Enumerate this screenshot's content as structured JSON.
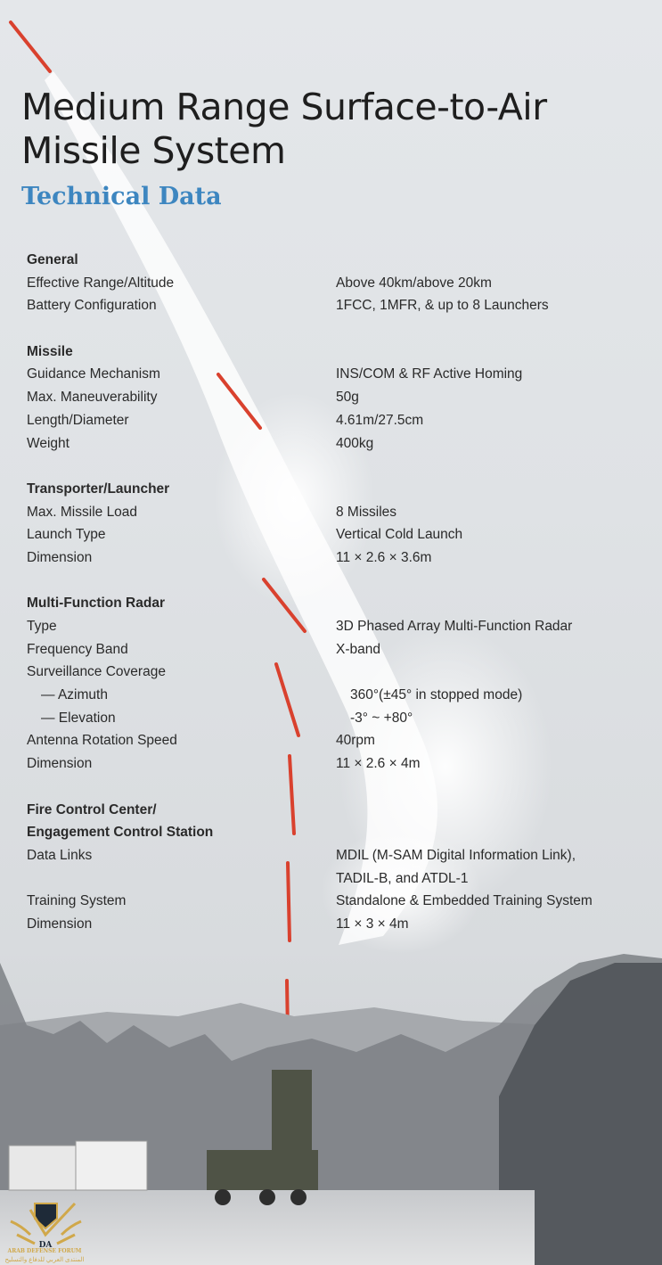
{
  "header": {
    "title_line1": "Medium Range Surface-to-Air",
    "title_line2": "Missile System",
    "subtitle": "Technical Data"
  },
  "sections": [
    {
      "title": "General",
      "rows": [
        {
          "label": "Effective Range/Altitude",
          "value": "Above 40km/above 20km"
        },
        {
          "label": "Battery Configuration",
          "value": "1FCC, 1MFR, & up to 8 Launchers"
        }
      ]
    },
    {
      "title": "Missile",
      "rows": [
        {
          "label": "Guidance Mechanism",
          "value": "INS/COM & RF Active Homing"
        },
        {
          "label": "Max. Maneuverability",
          "value": "50g"
        },
        {
          "label": "Length/Diameter",
          "value": "4.61m/27.5cm"
        },
        {
          "label": "Weight",
          "value": "400kg"
        }
      ]
    },
    {
      "title": "Transporter/Launcher",
      "rows": [
        {
          "label": "Max. Missile Load",
          "value": "8 Missiles"
        },
        {
          "label": "Launch Type",
          "value": "Vertical Cold Launch"
        },
        {
          "label": "Dimension",
          "value": "11 × 2.6 × 3.6m"
        }
      ]
    },
    {
      "title": "Multi-Function Radar",
      "rows": [
        {
          "label": "Type",
          "value": "3D Phased Array Multi-Function Radar"
        },
        {
          "label": "Frequency Band",
          "value": "X-band"
        },
        {
          "label": "Surveillance Coverage",
          "value": ""
        },
        {
          "label": "— Azimuth",
          "value": "360°(±45° in stopped mode)"
        },
        {
          "label": "— Elevation",
          "value": "-3° ~ +80°"
        },
        {
          "label": "Antenna Rotation Speed",
          "value": "40rpm"
        },
        {
          "label": "Dimension",
          "value": "11 × 2.6 × 4m"
        }
      ]
    },
    {
      "title": "Fire Control Center/",
      "title2": "Engagement Control Station",
      "rows": [
        {
          "label": "Data Links",
          "value": "MDIL (M-SAM Digital Information Link),"
        },
        {
          "label": "",
          "value": "TADIL-B, and ATDL-1"
        },
        {
          "label": "Training System",
          "value": "Standalone & Embedded Training System"
        },
        {
          "label": "Dimension",
          "value": "11 × 3 × 4m"
        }
      ]
    }
  ],
  "watermark": {
    "name": "ARAB DEFENSE FORUM",
    "arabic": "المنتدى العربي للدفاع والتسليح",
    "mark": "DA"
  },
  "colors": {
    "accent": "#3d86c0",
    "missile": "#d9412e",
    "logo_gold": "#d0a84a"
  }
}
